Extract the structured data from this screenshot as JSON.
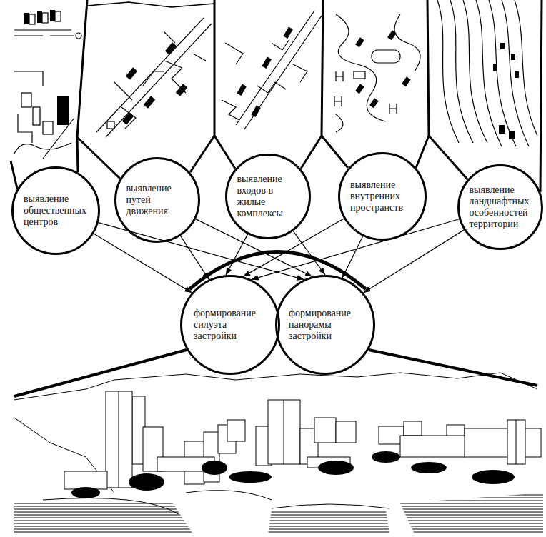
{
  "diagram": {
    "nodes": [
      {
        "text": [
          "выявление общественных центров"
        ]
      },
      {
        "text": [
          "выявление путей движения"
        ]
      },
      {
        "text": [
          "выявление входов в жилые комплексы"
        ]
      },
      {
        "text": [
          "выявление внутренних пространств"
        ]
      },
      {
        "text": [
          "выявление ландшафтных особенностей территории"
        ]
      },
      {
        "text": [
          "формирование силуэта застройки"
        ]
      },
      {
        "text": [
          "формирование панорамы застройки"
        ]
      }
    ],
    "edges": [
      {
        "from": 0,
        "to": 5,
        "arrow": "to"
      },
      {
        "from": 0,
        "to": 6,
        "arrow": "to"
      },
      {
        "from": 1,
        "to": 5,
        "arrow": "to"
      },
      {
        "from": 1,
        "to": 6,
        "arrow": "to"
      },
      {
        "from": 2,
        "to": 5,
        "arrow": "to"
      },
      {
        "from": 2,
        "to": 6,
        "arrow": "to"
      },
      {
        "from": 3,
        "to": 5,
        "arrow": "to"
      },
      {
        "from": 3,
        "to": 6,
        "arrow": "to"
      },
      {
        "from": 4,
        "to": 5,
        "arrow": "to"
      },
      {
        "from": 4,
        "to": 6,
        "arrow": "to"
      }
    ]
  }
}
